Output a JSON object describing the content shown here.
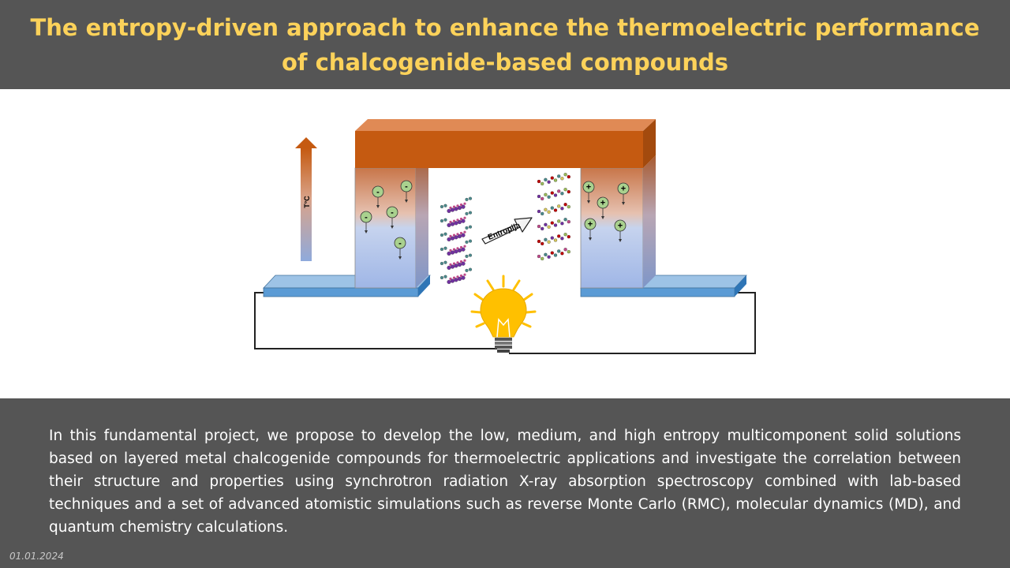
{
  "header": {
    "title": "The entropy-driven approach to enhance the thermoelectric performance of chalcogenide-based compounds"
  },
  "diagram": {
    "temperature_label": "T°C",
    "entropy_label": "Entropija",
    "left_charge_symbol": "-",
    "right_charge_symbol": "+",
    "colors": {
      "hot_plate": "#c55a11",
      "cold_plate": "#5b9bd5",
      "leg_gradient_top": "#d99a7a",
      "leg_gradient_bottom": "#b4c7e7",
      "negative_carrier": "#a9d18e",
      "bulb": "#ffc000"
    }
  },
  "footer": {
    "description": "In this fundamental project, we propose to develop the low, medium, and high entropy multicomponent solid solutions based on layered metal chalcogenide compounds for thermoelectric applications and investigate the correlation between their structure and properties using synchrotron radiation X-ray absorption spectroscopy combined with lab-based techniques and a set of advanced atomistic simulations such as reverse Monte Carlo (RMC), molecular dynamics (MD), and quantum chemistry calculations.",
    "date": "01.01.2024"
  }
}
